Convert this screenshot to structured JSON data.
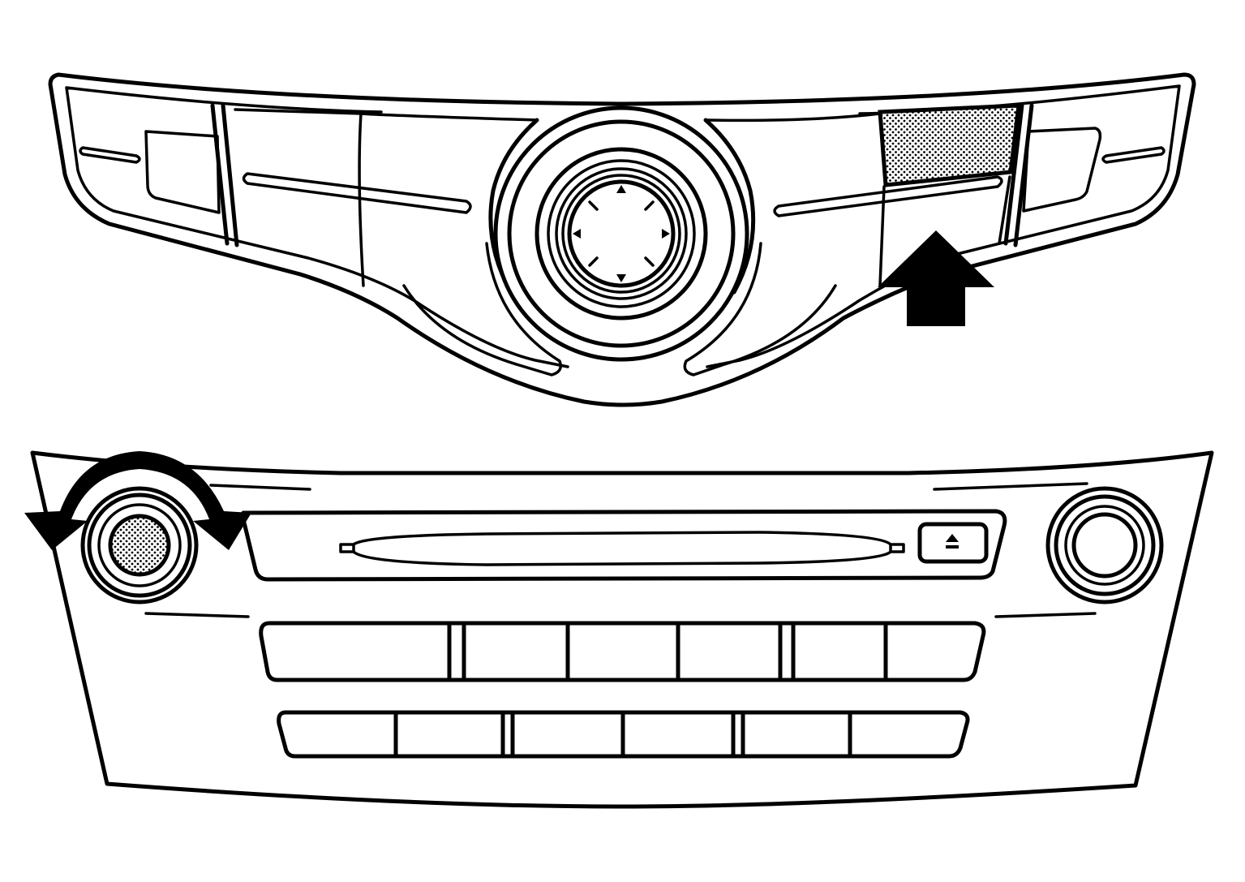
{
  "colors": {
    "line": "#000000",
    "background": "#ffffff",
    "highlight_pattern": "dotted-gray"
  },
  "upper_panel": {
    "highlighted_control": "upper-right-button",
    "indicator": "up-arrow-icon"
  },
  "lower_panel": {
    "highlighted_control": "left-knob",
    "indicator": "rotate-arrow-icon",
    "eject_symbol": "⏏"
  }
}
